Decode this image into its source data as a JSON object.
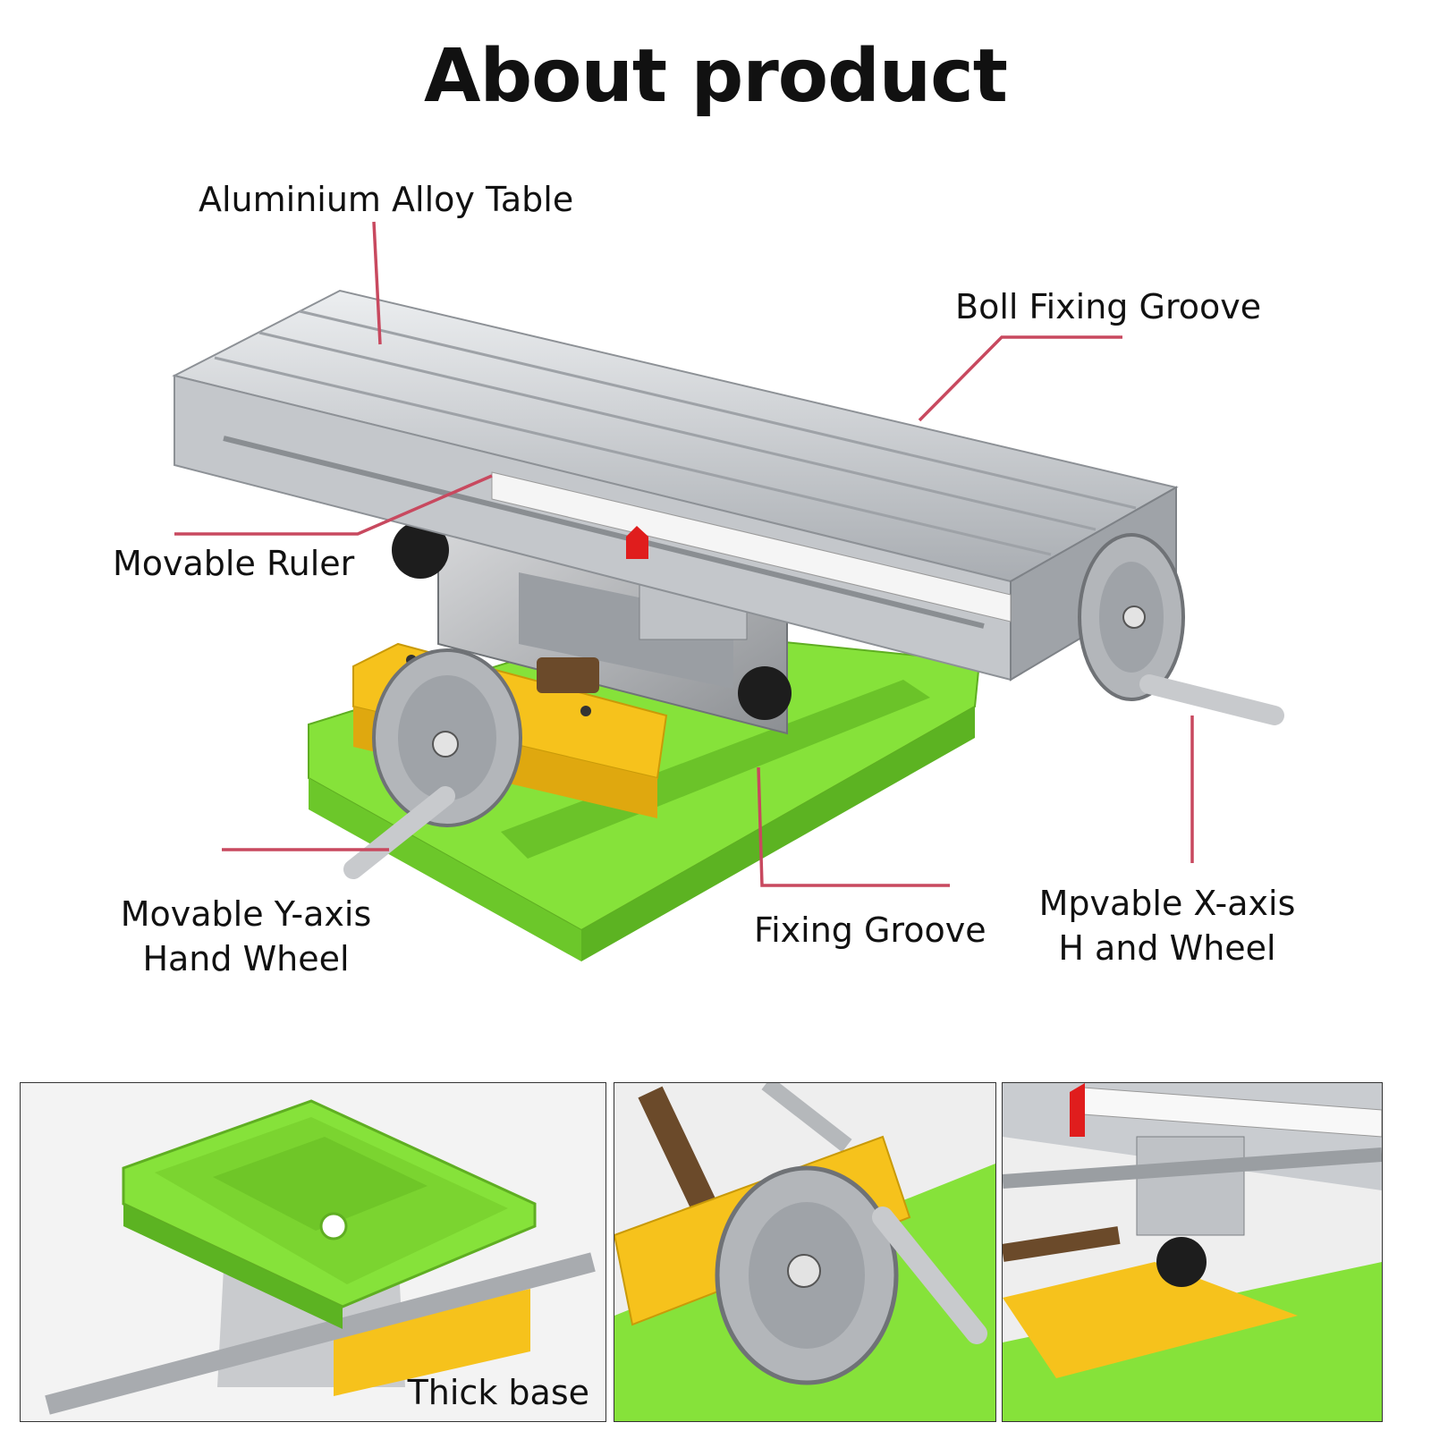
{
  "page": {
    "title": "About product"
  },
  "callouts": {
    "table": "Aluminium Alloy Table",
    "groove": "Boll Fixing Groove",
    "ruler": "Movable Ruler",
    "y_wheel_line1": "Movable Y-axis",
    "y_wheel_line2": "Hand Wheel",
    "fixing": "Fixing Groove",
    "x_wheel_line1": "Mpvable X-axis",
    "x_wheel_line2": "H and Wheel"
  },
  "thumbnails": {
    "base_caption": "Thick base"
  },
  "colors": {
    "callout_line": "#c8495f",
    "base_green": "#86e23a",
    "carriage_yellow": "#f6c21c",
    "table_silver": "#c9ccd0"
  }
}
